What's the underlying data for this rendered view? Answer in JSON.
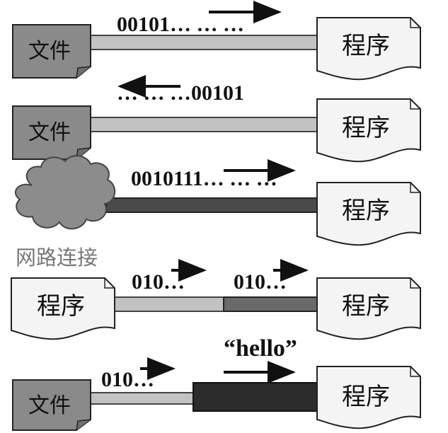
{
  "labels": {
    "file": "文件",
    "program": "程序",
    "network": "网路连接"
  },
  "rows": [
    {
      "stream": "00101… … …"
    },
    {
      "stream": "… … …00101"
    },
    {
      "stream": "0010111… … …"
    },
    {
      "stream_left": "010…",
      "stream_right": "010…"
    },
    {
      "stream": "010…",
      "content": "“hello”"
    }
  ],
  "colors": {
    "file_box": "#8a8a8a",
    "program_box": "#f4f4f4",
    "light_pipe": "#c2c2c2",
    "dark_pipe": "#4a4a4a",
    "darkest_pipe": "#2c2c2c",
    "cloud": "#8c8c8c"
  }
}
